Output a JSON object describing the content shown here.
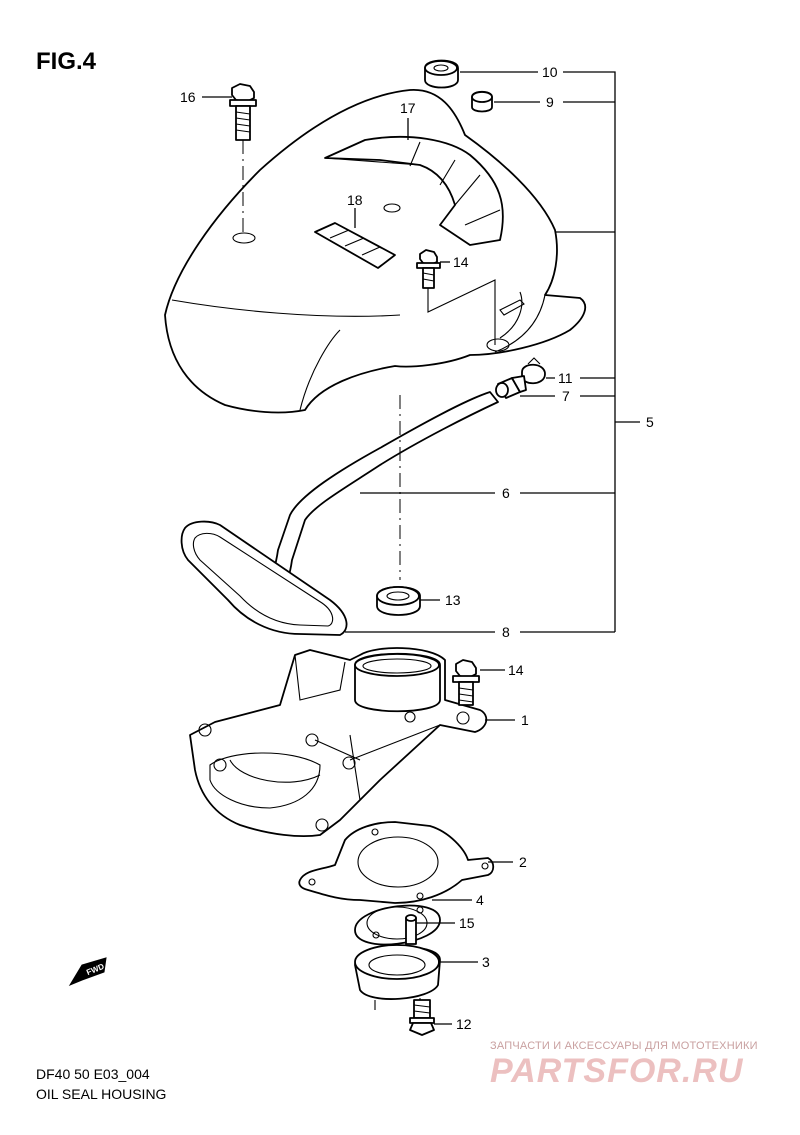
{
  "figure": {
    "title": "FIG.4",
    "code": "DF40 50 E03_004",
    "name": "OIL SEAL HOUSING"
  },
  "callouts": [
    "1",
    "2",
    "3",
    "4",
    "5",
    "6",
    "7",
    "8",
    "9",
    "10",
    "11",
    "12",
    "13",
    "14",
    "14",
    "15",
    "16",
    "17",
    "18"
  ],
  "fwd_badge": "FWD",
  "watermark": {
    "tagline": "ЗАПЧАСТИ И АКСЕССУАРЫ ДЛЯ МОТОТЕХНИКИ",
    "brand": "PARTSFOR.RU"
  }
}
